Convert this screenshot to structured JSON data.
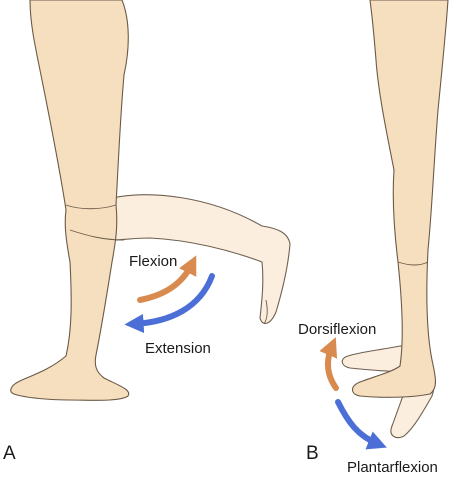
{
  "panels": [
    {
      "letter": "A",
      "labels": {
        "upper": "Flexion",
        "lower": "Extension"
      },
      "arrow_colors": {
        "flexion": "#d98b4f",
        "extension": "#4b6fd6"
      }
    },
    {
      "letter": "B",
      "labels": {
        "upper": "Dorsiflexion",
        "lower": "Plantarflexion"
      },
      "arrow_colors": {
        "dorsiflexion": "#d98b4f",
        "plantarflexion": "#4b6fd6"
      }
    }
  ]
}
